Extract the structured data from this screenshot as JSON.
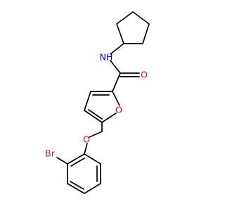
{
  "molecule": {
    "atoms": {
      "nh": {
        "text": "NH",
        "color": "#0000ff"
      },
      "o_carbonyl": {
        "text": "O",
        "color": "#ff0000"
      },
      "o_furan": {
        "text": "O",
        "color": "#ff0000"
      },
      "o_ether": {
        "text": "O",
        "color": "#ff0000"
      },
      "br": {
        "text": "Br",
        "color": "#a52a2a"
      }
    },
    "bond_color": "#000000"
  }
}
